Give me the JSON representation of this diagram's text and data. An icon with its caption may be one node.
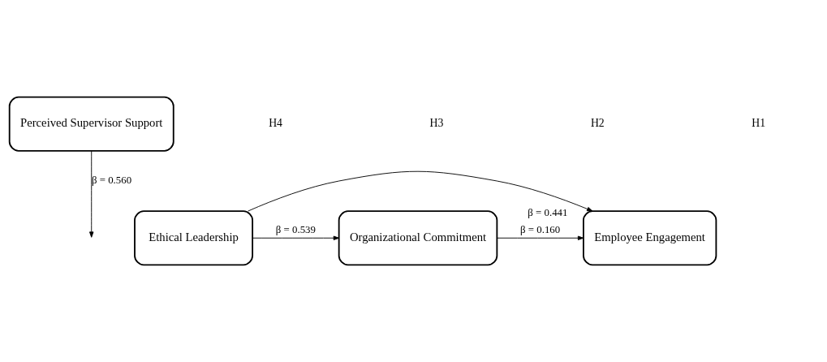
{
  "diagram": {
    "nodes": [
      {
        "text": [
          "Perceived Supervisor Support"
        ]
      },
      {
        "text": [
          "Ethical Leadership"
        ]
      },
      {
        "text": [
          "Organizational Commitment"
        ]
      },
      {
        "text": [
          "Employee Engagement"
        ]
      }
    ],
    "edges": [
      {
        "from": 0,
        "to": null,
        "arrow": "to",
        "label": "β = 0.560"
      },
      {
        "from": 1,
        "to": 2,
        "arrow": "to",
        "label": "β = 0.539"
      },
      {
        "from": 2,
        "to": 3,
        "arrow": "to",
        "label": "β = 0.160"
      },
      {
        "from": 1,
        "to": 3,
        "arrow": "to",
        "label": "β = 0.441"
      }
    ],
    "labels": [
      "H4",
      "H3",
      "H2",
      "H1"
    ]
  }
}
